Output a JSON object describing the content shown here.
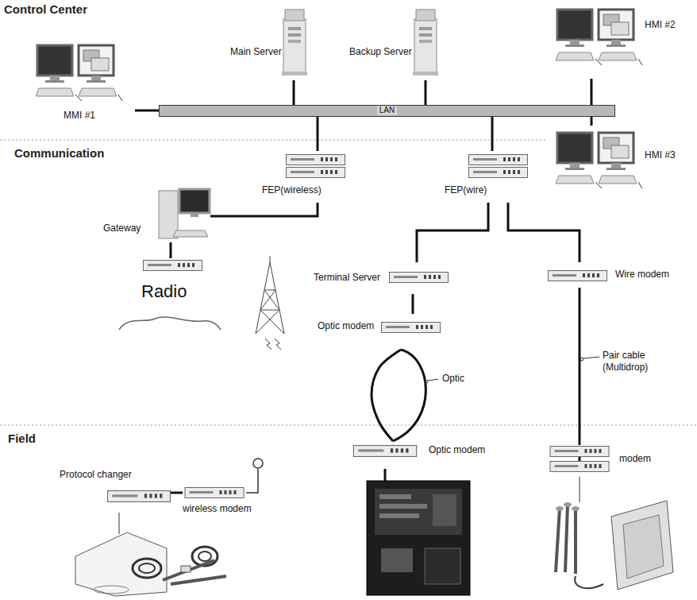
{
  "diagram": {
    "nodes": [
      {
        "text": [
          "Main Server"
        ]
      },
      {
        "text": [
          "Backup Server"
        ]
      },
      {
        "text": [
          "HMI #2"
        ]
      },
      {
        "text": [
          "MMI #1"
        ]
      },
      {
        "text": [
          "LAN"
        ]
      },
      {
        "text": [
          "HMI #3"
        ]
      },
      {
        "text": [
          "FEP(wireless)"
        ]
      },
      {
        "text": [
          "FEP(wire)"
        ]
      },
      {
        "text": [
          "Gateway"
        ]
      },
      {
        "text": [
          "Terminal Server"
        ]
      },
      {
        "text": [
          "Wire modem"
        ]
      },
      {
        "text": [
          "Radio"
        ]
      },
      {
        "text": [
          "Optic modem"
        ]
      },
      {
        "text": [
          "Protocol changer"
        ]
      },
      {
        "text": [
          "wireless modem"
        ]
      },
      {
        "text": [
          "Optic modem"
        ]
      },
      {
        "text": [
          "modem"
        ]
      }
    ],
    "edges": [
      {
        "from": 4,
        "to": 0,
        "arrow": "none"
      },
      {
        "from": 4,
        "to": 1,
        "arrow": "none"
      },
      {
        "from": 4,
        "to": 2,
        "arrow": "none"
      },
      {
        "from": 4,
        "to": 3,
        "arrow": "none"
      },
      {
        "from": 4,
        "to": 5,
        "arrow": "none"
      },
      {
        "from": 4,
        "to": 6,
        "arrow": "none"
      },
      {
        "from": 4,
        "to": 7,
        "arrow": "none"
      },
      {
        "from": 6,
        "to": 8,
        "arrow": "none"
      },
      {
        "from": 7,
        "to": 9,
        "arrow": "none"
      },
      {
        "from": 7,
        "to": 10,
        "arrow": "none"
      },
      {
        "from": 8,
        "to": 11,
        "arrow": "none"
      },
      {
        "from": 9,
        "to": 12,
        "arrow": "none"
      },
      {
        "from": 12,
        "to": 15,
        "label": "Optic",
        "arrow": "none"
      },
      {
        "from": 10,
        "to": 16,
        "label": "Pair cable (Multidrop)",
        "arrow": "none"
      },
      {
        "from": 13,
        "to": 14,
        "arrow": "none"
      }
    ],
    "labels": [
      "Control Center",
      "Communication",
      "Field"
    ]
  }
}
